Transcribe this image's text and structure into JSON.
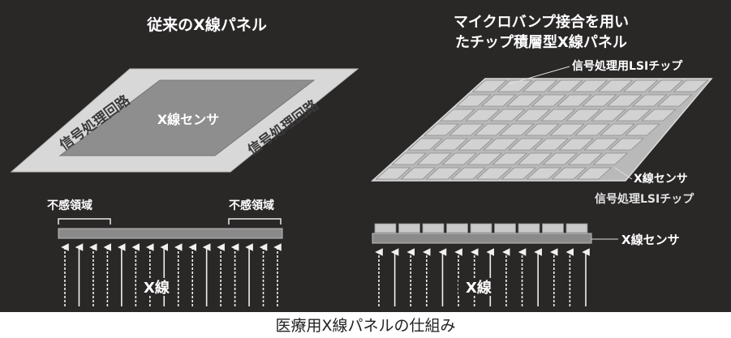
{
  "left_panel": {
    "title": "従来のX線パネル",
    "center_label": "X線センサ",
    "edge_label_left": "信号処理回路",
    "edge_label_right": "信号処理回路",
    "dead_zone_left": "不感領域",
    "dead_zone_right": "不感領域",
    "xray_label": "X線"
  },
  "right_panel": {
    "title_line1": "マイクロバンプ接合を用い",
    "title_line2": "たチップ積層型X線パネル",
    "chip_label_top": "信号処理用LSIチップ",
    "sensor_label_upper": "X線センサ",
    "chip_label_side": "信号処理LSIチップ",
    "sensor_label_lower": "X線センサ",
    "xray_label": "X線"
  },
  "caption": "医療用X線パネルの仕組み",
  "colors": {
    "background": "#2a2727",
    "panel_border": "#d8d8d8",
    "sensor_area": "#8e8e8e",
    "chip_fill": "#c9c9c9",
    "arrow": "#f0f0f0"
  }
}
